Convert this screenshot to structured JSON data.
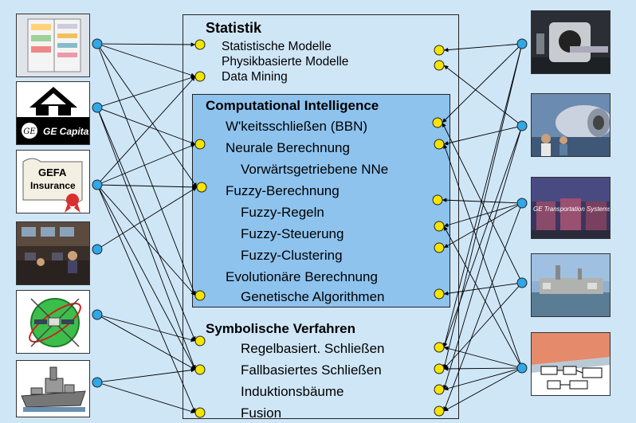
{
  "statistik": {
    "title": "Statistik",
    "items": [
      "Statistische Modelle",
      "Physikbasierte Modelle",
      "Data Mining"
    ]
  },
  "ci": {
    "title": "Computational Intelligence",
    "items": [
      "W'keitsschließen (BBN)",
      "Neurale Berechnung",
      "Vorwärtsgetriebene NNe",
      "Fuzzy-Berechnung",
      "Fuzzy-Regeln",
      "Fuzzy-Steuerung",
      "Fuzzy-Clustering",
      "Evolutionäre Berechnung",
      "Genetische Algorithmen"
    ]
  },
  "symbolisch": {
    "title": "Symbolische Verfahren",
    "items": [
      "Regelbasiert. Schließen",
      "Fallbasiertes Schließen",
      "Induktionsbäume",
      "Fusion"
    ]
  },
  "left_images": [
    {
      "icon": "refrigerator-icon"
    },
    {
      "icon": "ge-capital-logo",
      "caption": "GE Capital"
    },
    {
      "icon": "gefa-insurance-certificate",
      "line1": "GEFA",
      "line2": "Insurance"
    },
    {
      "icon": "control-room-photo"
    },
    {
      "icon": "satellite-globe-icon"
    },
    {
      "icon": "warship-icon"
    }
  ],
  "right_images": [
    {
      "icon": "medical-scanner-photo"
    },
    {
      "icon": "jet-engine-photo"
    },
    {
      "icon": "locomotives-photo",
      "caption": "GE Transportation Systems"
    },
    {
      "icon": "power-plant-photo"
    },
    {
      "icon": "schematic-diagram-icon"
    }
  ],
  "colors": {
    "background": "#cfe6f7",
    "ci_box": "#8ec3ee",
    "yellow_dot": "#f5e400",
    "cyan_dot": "#2fa8e8"
  }
}
